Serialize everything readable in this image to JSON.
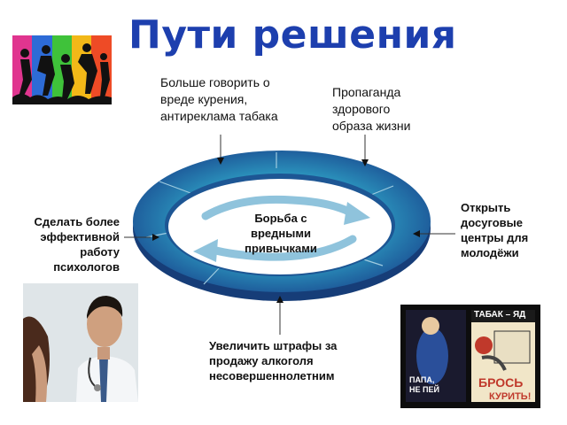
{
  "title": "Пути решения",
  "center_text": [
    "Борьба с",
    "вредными",
    "привычками"
  ],
  "labels": {
    "top_left": [
      "Больше говорить о",
      "вреде курения,",
      "антиреклама табака"
    ],
    "top_right": [
      "Пропаганда",
      "здорового",
      "образа жизни"
    ],
    "left": [
      "Сделать более",
      "эффективной",
      "работу",
      "психологов"
    ],
    "right": [
      "Открыть",
      "досуговые",
      "центры для",
      "молодёжи"
    ],
    "bottom": [
      "Увеличить штрафы за",
      "продажу алкоголя",
      "несовершеннолетним"
    ]
  },
  "poster": {
    "top_text": "ТАБАК – ЯД",
    "bottom_left": [
      "ПАПА,",
      "НЕ ПЕЙ"
    ],
    "bottom_right_1": "БРОСЬ",
    "bottom_right_2": "КУРИТЬ!"
  },
  "icons": {
    "youth_picture": "dancing-youth-silhouettes",
    "doctor_picture": "doctor-with-stethoscope",
    "poster_picture": "anti-alcohol-tobacco-posters"
  },
  "colors": {
    "title": "#1d3fae",
    "ring_outer": "#1b4f93",
    "ring_inner": "#2b8fb8",
    "arrow": "#8fc3dc"
  }
}
